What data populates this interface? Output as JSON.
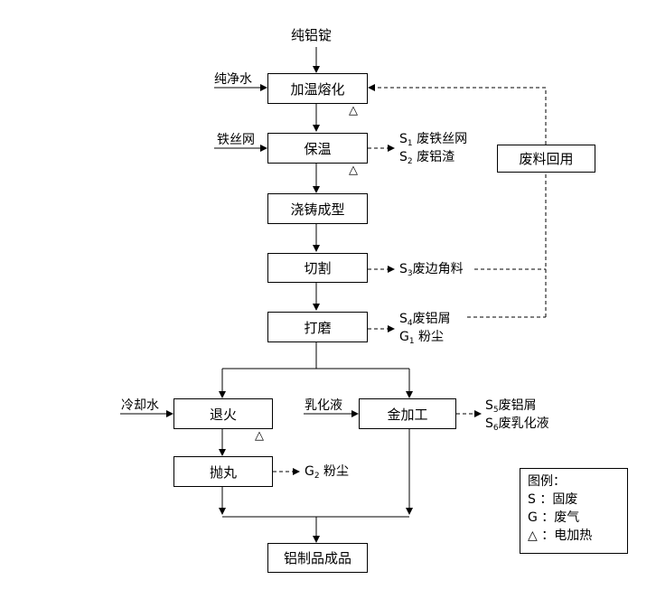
{
  "diagram": {
    "inputs": {
      "top": "纯铝锭",
      "water": "纯净水",
      "wire": "铁丝网",
      "cool": "冷却水",
      "emulsion": "乳化液"
    },
    "steps": {
      "melt": "加温熔化",
      "hold": "保温",
      "cast": "浇铸成型",
      "cut": "切割",
      "grind": "打磨",
      "anneal": "退火",
      "machine": "金加工",
      "shot": "抛丸",
      "product": "铝制品成品",
      "recycle": "废料回用"
    },
    "heat_symbol": "△",
    "outputs": {
      "s1": {
        "code": "S",
        "sub": "1",
        "text": "废铁丝网"
      },
      "s2": {
        "code": "S",
        "sub": "2",
        "text": "废铝渣"
      },
      "s3": {
        "code": "S",
        "sub": "3",
        "text": "废边角料"
      },
      "s4": {
        "code": "S",
        "sub": "4",
        "text": "废铝屑"
      },
      "g1": {
        "code": "G",
        "sub": "1",
        "text": "粉尘"
      },
      "s5": {
        "code": "S",
        "sub": "5",
        "text": "废铝屑"
      },
      "s6": {
        "code": "S",
        "sub": "6",
        "text": "废乳化液"
      },
      "g2": {
        "code": "G",
        "sub": "2",
        "text": "粉尘"
      }
    },
    "legend": {
      "title": "图例：",
      "items": [
        "S ：固废",
        "G ：废气",
        "△ ：电加热"
      ]
    }
  }
}
